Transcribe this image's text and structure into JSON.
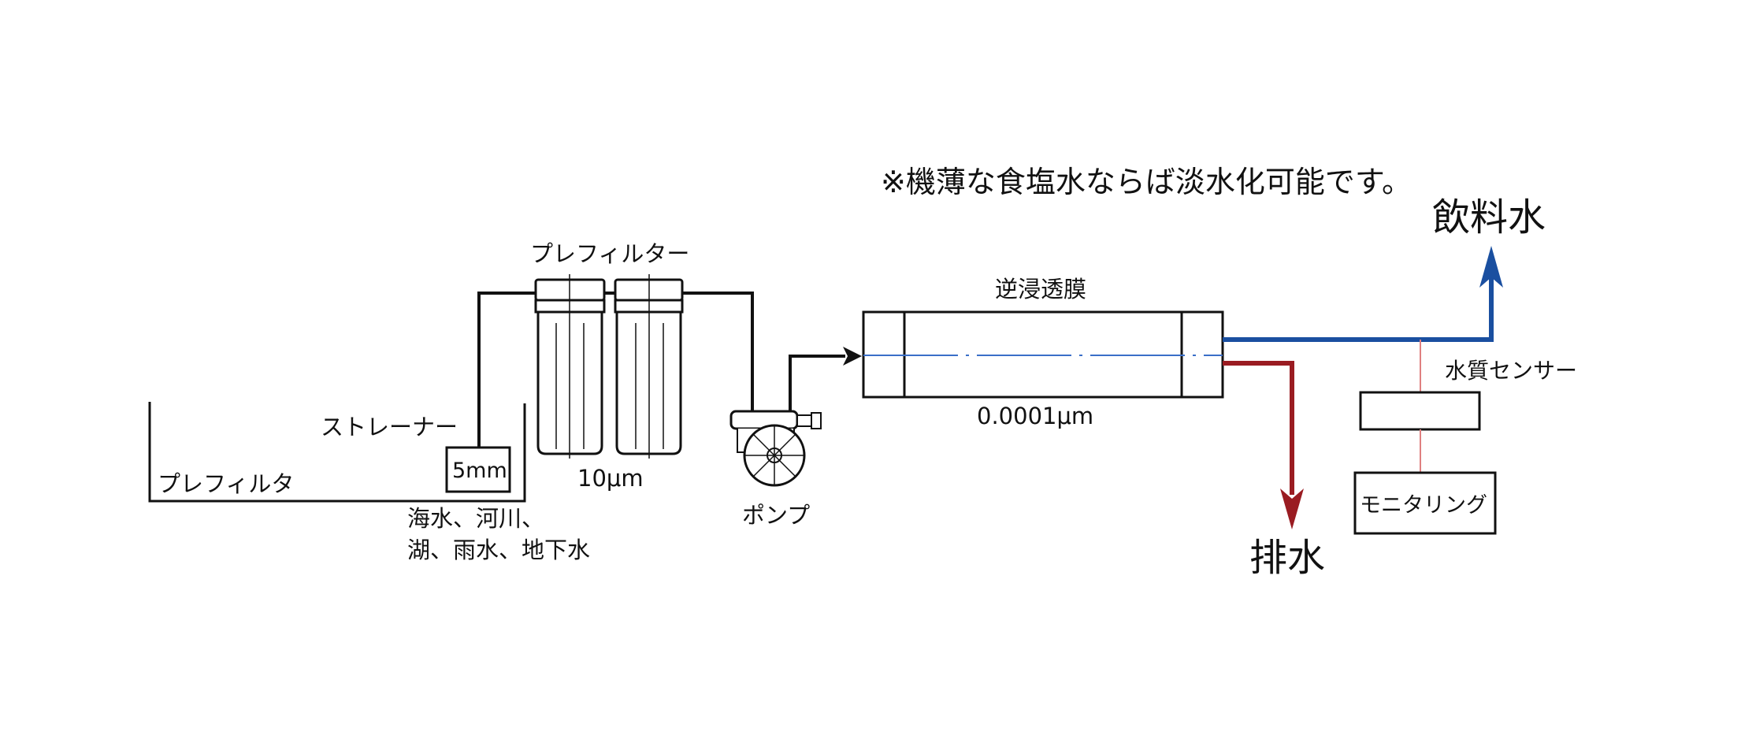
{
  "note": "※機薄な食塩水ならば淡水化可能です。",
  "labels": {
    "prefilter_tank": "プレフィルタ",
    "strainer": "ストレーナー",
    "strainer_size": "5mm",
    "water_sources_1": "海水、河川、",
    "water_sources_2": "湖、雨水、地下水",
    "prefilter_housing": "プレフィルター",
    "prefilter_size": "10μm",
    "pump": "ポンプ",
    "membrane": "逆浸透膜",
    "membrane_size": "0.0001μm",
    "drinking_water": "飲料水",
    "drain": "排水",
    "quality_sensor": "水質センサー",
    "monitoring": "モニタリング"
  },
  "colors": {
    "line": "#111111",
    "clean_water": "#1a4fa0",
    "drain_water": "#9a1c22",
    "sensor_link": "#e08080",
    "membrane_axis": "#3a6fc8"
  }
}
